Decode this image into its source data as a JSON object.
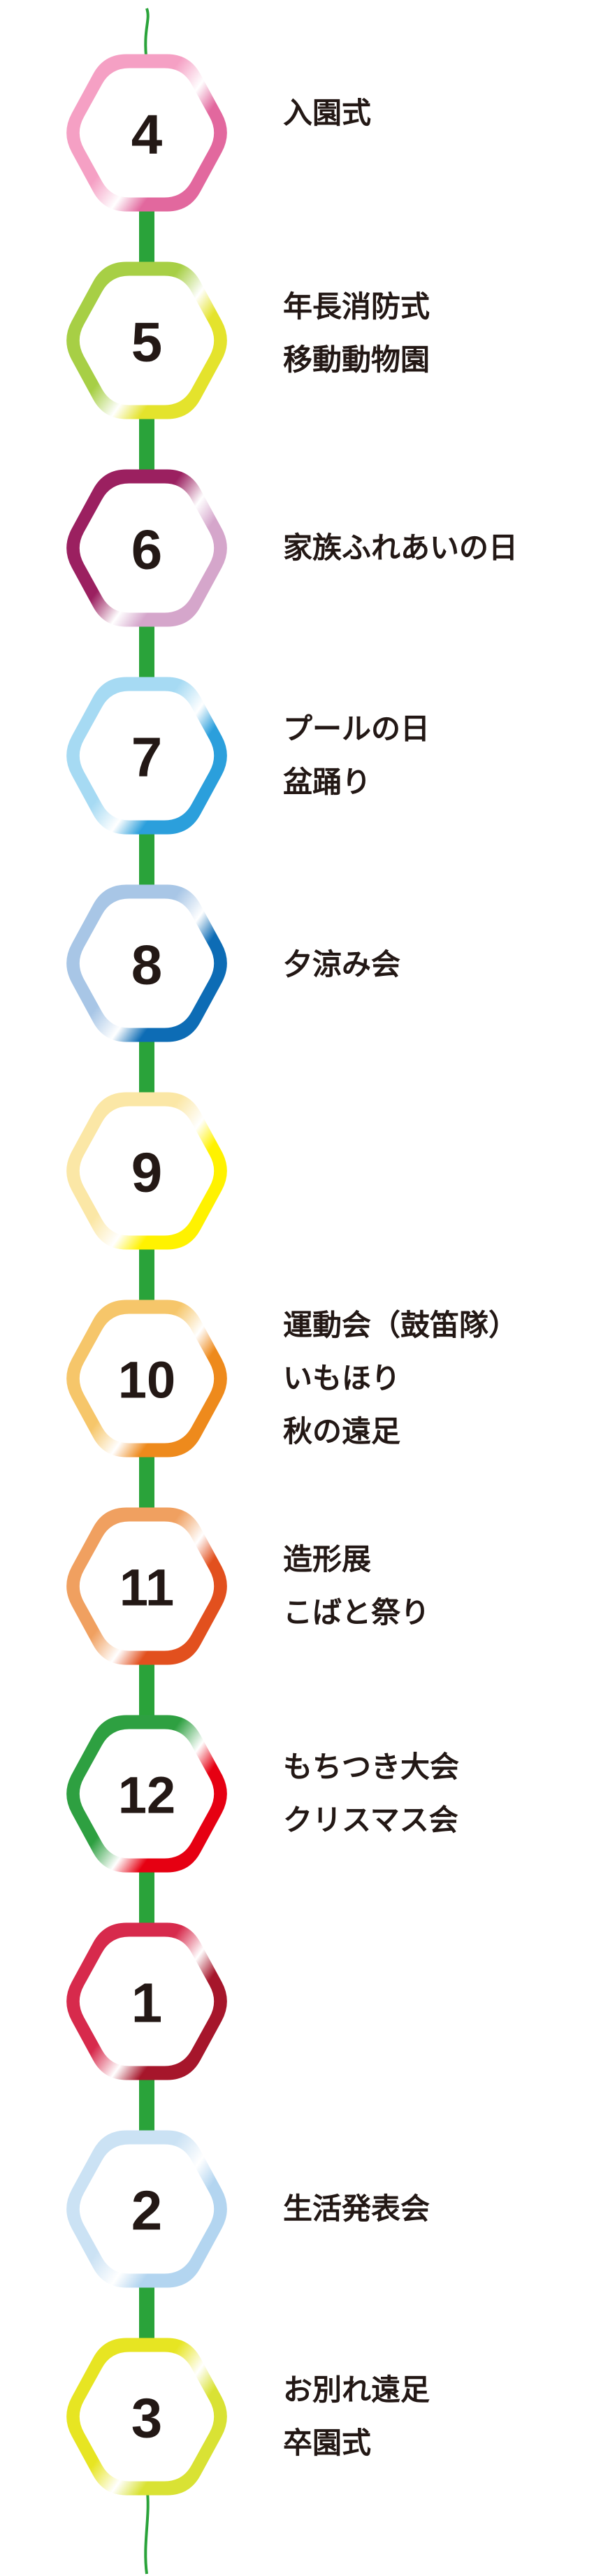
{
  "months": [
    {
      "num": "4",
      "events": [
        "入園式"
      ],
      "c1": "#f5a0c4",
      "c2": "#e2689e"
    },
    {
      "num": "5",
      "events": [
        "年長消防式",
        "移動動物園"
      ],
      "c1": "#a7cf45",
      "c2": "#e4e32c"
    },
    {
      "num": "6",
      "events": [
        "家族ふれあいの日"
      ],
      "c1": "#9b2060",
      "c2": "#d5a6cb"
    },
    {
      "num": "7",
      "events": [
        "プールの日",
        "盆踊り"
      ],
      "c1": "#a6daf3",
      "c2": "#2b9fdc"
    },
    {
      "num": "8",
      "events": [
        "夕涼み会"
      ],
      "c1": "#a8c6e6",
      "c2": "#0d6cb5"
    },
    {
      "num": "9",
      "events": [],
      "c1": "#fbe7a6",
      "c2": "#fff200"
    },
    {
      "num": "10",
      "events": [
        "運動会（鼓笛隊）",
        "いもほり",
        "秋の遠足"
      ],
      "c1": "#f6c66a",
      "c2": "#ee8a1c"
    },
    {
      "num": "11",
      "events": [
        "造形展",
        "こばと祭り"
      ],
      "c1": "#f0a060",
      "c2": "#e2501e"
    },
    {
      "num": "12",
      "events": [
        "もちつき大会",
        "クリスマス会"
      ],
      "c1": "#2ea041",
      "c2": "#e60012"
    },
    {
      "num": "1",
      "events": [],
      "c1": "#d72a4c",
      "c2": "#a6162b"
    },
    {
      "num": "2",
      "events": [
        "生活発表会"
      ],
      "c1": "#cbe2f4",
      "c2": "#b3d5f0"
    },
    {
      "num": "3",
      "events": [
        "お別れ遠足",
        "卒園式"
      ],
      "c1": "#e7e522",
      "c2": "#d9e234"
    }
  ],
  "stem_color": "#2aa33a"
}
